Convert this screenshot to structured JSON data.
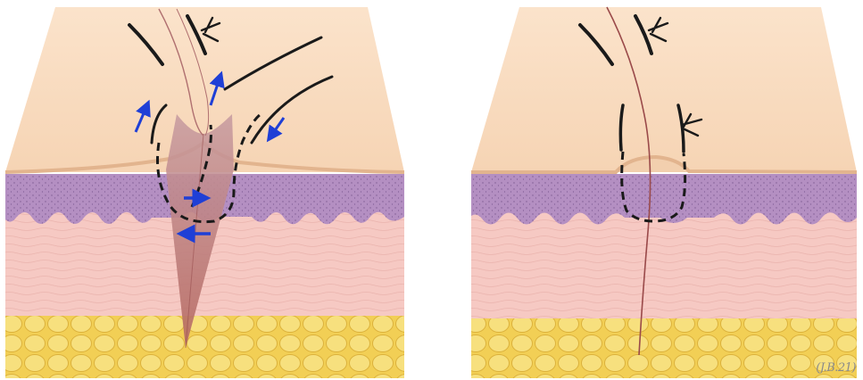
{
  "figure": {
    "panels": [
      {
        "id": "left",
        "description_state": "open"
      },
      {
        "id": "right",
        "description_state": "closed"
      }
    ],
    "signature": "(J.B.21)",
    "colors": {
      "skin_surface": "#f8dcc0",
      "epidermis": "#b28ec0",
      "dermis": "#f6c8c2",
      "fat": "#f3d870",
      "suture": "#1a1a1a",
      "arrow": "#1f3fd6",
      "wound": "#c98a8a"
    }
  }
}
